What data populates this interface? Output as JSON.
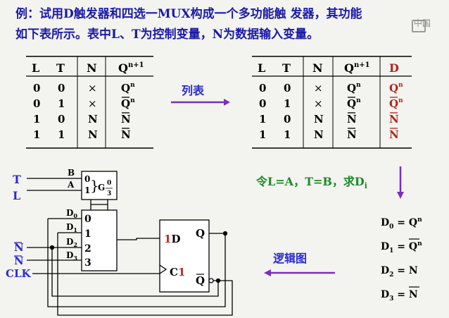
{
  "intro": {
    "line1": "例：试用D触发器和四选一MUX构成一个多功能触 发器，其功能",
    "line2": "如下表所示。表中L、T为控制变量，N为数据输入变量。"
  },
  "watermark": "中国",
  "table_left": {
    "headers": [
      "L",
      "T",
      "N",
      "Q",
      "n+1"
    ],
    "rows": [
      [
        "0",
        "0",
        "×",
        "Q",
        "n",
        false
      ],
      [
        "0",
        "1",
        "×",
        "Q",
        "n",
        true
      ],
      [
        "1",
        "0",
        "N",
        "N",
        "",
        true
      ],
      [
        "1",
        "1",
        "N",
        "N",
        "",
        true
      ]
    ]
  },
  "table_right": {
    "headers": [
      "L",
      "T",
      "N",
      "Q",
      "n+1",
      "D"
    ],
    "rows": [
      [
        "0",
        "0",
        "×",
        "Q",
        "n",
        false
      ],
      [
        "0",
        "1",
        "×",
        "Q",
        "n",
        true
      ],
      [
        "1",
        "0",
        "N",
        "N",
        "",
        true
      ],
      [
        "1",
        "1",
        "N",
        "N",
        "",
        true
      ]
    ]
  },
  "arrow_liebiao": "列表",
  "arrow_ling": {
    "text": "令L=A，T=B，求D",
    "sub": "i"
  },
  "arrow_luoji": "逻辑图",
  "equations": [
    {
      "lhs": "D",
      "sub": "0",
      "rhs": "Q",
      "sup": "n",
      "bar": false
    },
    {
      "lhs": "D",
      "sub": "1",
      "rhs": "Q",
      "sup": "n",
      "bar": true
    },
    {
      "lhs": "D",
      "sub": "2",
      "rhs": "N",
      "sup": "",
      "bar": false
    },
    {
      "lhs": "D",
      "sub": "3",
      "rhs": "N",
      "sup": "",
      "bar": true
    }
  ],
  "circuit": {
    "input_T": "T",
    "input_L": "L",
    "sel_B": "B",
    "sel_A": "A",
    "sel_0": "0",
    "sel_1": "1",
    "g_label": "G",
    "g_frac_top": "0",
    "g_frac_bot": "3",
    "data_labels": [
      "D",
      "D",
      "D",
      "D"
    ],
    "data_subs": [
      "0",
      "1",
      "2",
      "3"
    ],
    "data_nums": [
      "0",
      "1",
      "2",
      "3"
    ],
    "input_N": "N",
    "input_Nbar": "N",
    "input_CLK": "CLK",
    "ff_d_num": "1",
    "ff_d": "D",
    "ff_c": "C",
    "ff_c_num": "1",
    "ff_q": "Q",
    "ff_qbar": "Q"
  }
}
